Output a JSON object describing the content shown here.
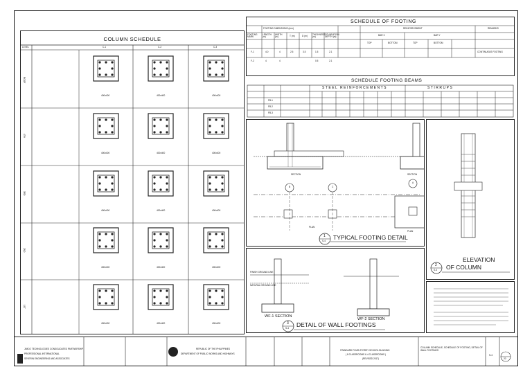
{
  "column_schedule": {
    "title": "COLUMN SCHEDULE",
    "level_header": "LEVEL",
    "col_headers": [
      "C-1",
      "C-2",
      "C-3"
    ],
    "rows": [
      {
        "level": "ROOF",
        "spec": [
          "400x400",
          "400x400",
          "400x400"
        ]
      },
      {
        "level": "4TH",
        "spec": [
          "400x400",
          "400x400",
          "400x400"
        ]
      },
      {
        "level": "3RD",
        "spec": [
          "400x400",
          "400x400",
          "400x400"
        ]
      },
      {
        "level": "2ND",
        "spec": [
          "400x400",
          "400x400",
          "400x400"
        ]
      },
      {
        "level": "1ST",
        "spec": [
          "400x400",
          "400x400",
          "400x400"
        ]
      }
    ]
  },
  "schedule_footing": {
    "title": "SCHEDULE OF FOOTING",
    "reinforcement_label": "REINFORCEMENT",
    "remarks_label": "REMARKS",
    "dims_label": "FOOTING DIMENSIONS (mm)",
    "headers": [
      "FOOTING MARK",
      "LENGTH (m)",
      "WIDTH (m)",
      "T (m)",
      "D (m)",
      "THICKNESS (m)",
      "FOUNDATION DEPTH (m)"
    ],
    "bar_x": "BAR X",
    "bar_y": "BAR Y",
    "top": "TOP",
    "bottom": "BOTTOM",
    "rows": [
      {
        "mark": "F-1",
        "length": "4.0",
        "width": "4",
        "t": "2.5",
        "d": "3.5",
        "thk": "1.5",
        "depth": "2.1",
        "remark": "CONTINUOUS FOOTING"
      },
      {
        "mark": "F-2",
        "length": "4",
        "width": "4",
        "t": "",
        "d": "",
        "thk": "0.5",
        "depth": "2.1",
        "remark": ""
      }
    ]
  },
  "footing_beams": {
    "title": "SCHEDULE FOOTING BEAMS",
    "steel_label": "STEEL REINFORCEMENTS",
    "stirrups_label": "STIRRUPS",
    "rows": [
      "FB-1",
      "FB-2",
      "FB-3"
    ]
  },
  "typical_footing_detail": {
    "number": "1",
    "sheet": "S-4",
    "title": "TYPICAL FOOTING DETAIL",
    "section_a_label": "SECTION",
    "section_b_label": "SECTION",
    "plan_a_label": "PLAN",
    "plan_b_label": "PLAN",
    "grid_b": "B",
    "grid_c": "C",
    "grid_a": "A"
  },
  "elevation_column": {
    "number": "2",
    "sheet": "S-4",
    "title_line1": "ELEVATION",
    "title_line2": "OF COLUMN"
  },
  "wall_footings": {
    "number": "3",
    "sheet": "S-4",
    "title": "DETAIL OF WALL FOOTINGS",
    "wf1": "WF-1 SECTION",
    "wf2": "WF-2 SECTION",
    "finish_grade": "FINISH GROUND LINE",
    "natural_grade": "NATURAL GROUND LINE"
  },
  "title_block": {
    "firm_line1": "JIMCO TECHNOLOGIES CONSOLIDATED PARTNERSHIP",
    "firm_line2": "PROFESSIONAL INTERNATIONAL",
    "firm_line3": "SEVERIN ENGINEERING AND ASSOCIATES",
    "agency_line1": "REPUBLIC OF THE PHILIPPINES",
    "agency_line2": "DEPARTMENT OF PUBLIC WORKS AND HIGHWAYS",
    "project_line1": "STANDARD FOUR-STOREY SCHOOL BUILDING",
    "project_line2": "( 8 CLASSROOMS & 4 CLASSROOMS )",
    "project_line3": "(REVISED 2017)",
    "sheet_contents": "COLUMN SCHEDULE, SCHEDULE OF FOOTING, DETAIL OF WALL FOOTINGS",
    "sheet_no": "S-4",
    "sheet_total": "20"
  }
}
